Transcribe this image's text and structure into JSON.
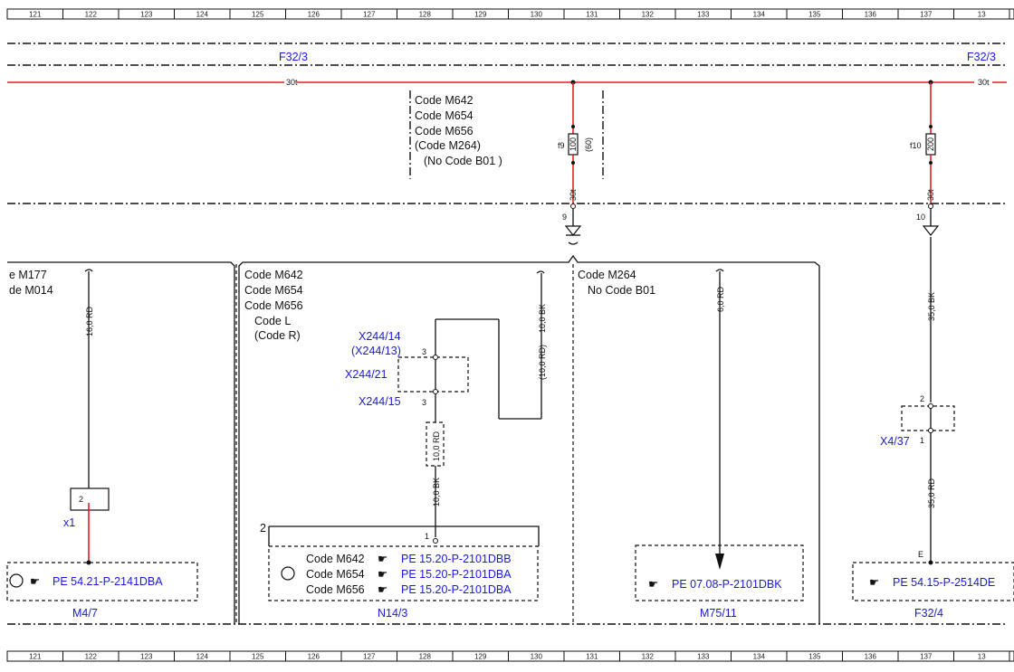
{
  "ruler": {
    "top": [
      "121",
      "122",
      "123",
      "124",
      "125",
      "126",
      "127",
      "128",
      "129",
      "130",
      "131",
      "132",
      "133",
      "134",
      "135",
      "136",
      "137",
      "13"
    ],
    "bottom": [
      "121",
      "122",
      "123",
      "124",
      "125",
      "126",
      "127",
      "128",
      "129",
      "130",
      "131",
      "132",
      "133",
      "134",
      "135",
      "136",
      "137",
      "13"
    ]
  },
  "bus": {
    "left_ref": "F32/3",
    "right_ref": "F32/3",
    "label_30t": "30t"
  },
  "fuse_block": {
    "codes": [
      "Code M642",
      "Code M654",
      "Code M656",
      "(Code M264)",
      "(No Code B01 )"
    ],
    "f9": {
      "name": "f9",
      "rating": "100",
      "alt_rating": "(60)",
      "pin_label": "30t",
      "pin": "9"
    },
    "f10": {
      "name": "f10",
      "rating": "200",
      "pin_label": "30t",
      "pin": "10"
    }
  },
  "section_m47": {
    "codes": [
      "e M177",
      "de M014"
    ],
    "wire": "16,0 RD",
    "connector": "x1",
    "pin": "2",
    "pe_ref": "PE 54.21-P-2141DBA",
    "component": "M4/7"
  },
  "section_n143": {
    "codes": [
      "Code M642",
      "Code M654",
      "Code M656",
      "Code L",
      "(Code R)"
    ],
    "conn_x244_14": "X244/14",
    "conn_x244_13": "(X244/13)",
    "conn_x244_21": "X244/21",
    "conn_x244_15": "X244/15",
    "pin_3a": "3",
    "pin_3b": "3",
    "wire_top_bk": "10,0 BK",
    "wire_mid_rd": "(10,0 RD)",
    "wire_splice_rd": "10,0 RD",
    "wire_low_bk": "10,0 BK",
    "pin_1": "1",
    "pin_2": "2",
    "pe_rows": [
      {
        "code": "Code M642",
        "ref": "PE 15.20-P-2101DBB"
      },
      {
        "code": "Code M654",
        "ref": "PE 15.20-P-2101DBA"
      },
      {
        "code": "Code M656",
        "ref": "PE 15.20-P-2101DBA"
      }
    ],
    "component": "N14/3"
  },
  "section_m7511": {
    "codes": [
      "Code M264",
      "No  Code B01"
    ],
    "wire": "6,0 RD",
    "pe_ref": "PE 07.08-P-2101DBK",
    "component": "M75/11"
  },
  "section_f324": {
    "wire_top": "35,0 BK",
    "connector": "X4/37",
    "pin_2": "2",
    "pin_1": "1",
    "wire_bottom": "35,0 RD",
    "pin_e": "E",
    "pe_ref": "PE 54.15-P-2514DE",
    "component": "F32/4"
  },
  "colors": {
    "wire_red": "#e02020",
    "link_blue": "#1a1adb",
    "line": "#111111"
  }
}
